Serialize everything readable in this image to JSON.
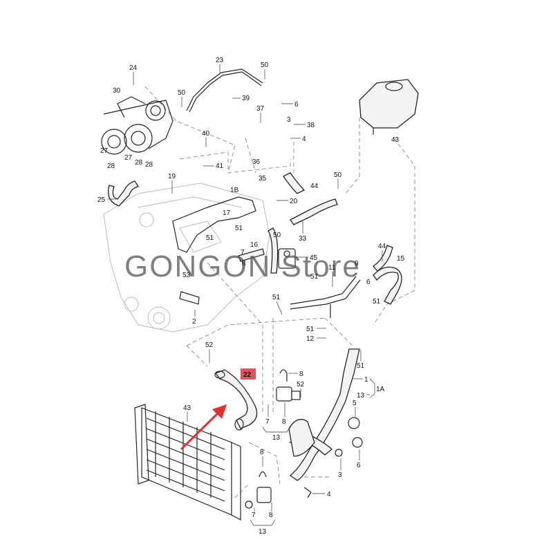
{
  "watermark": "GONGON  Store",
  "highlight": {
    "label": "22",
    "color": "#e8505b"
  },
  "arrow_color": "#e03030",
  "labels": {
    "l1": "1",
    "l1a": "1A",
    "l1b": "1B",
    "l2": "2",
    "l3": "3",
    "l3b": "3",
    "l4": "4",
    "l4b": "4",
    "l5": "5",
    "l6": "6",
    "l6b": "6",
    "l7": "7",
    "l7b": "7",
    "l8": "8",
    "l8b": "8",
    "l8c": "8",
    "l8d": "8",
    "l9": "9",
    "l11": "11",
    "l12": "12",
    "l13": "13",
    "l13b": "13",
    "l13c": "13",
    "l15": "15",
    "l16": "16",
    "l17": "17",
    "l19": "19",
    "l20": "20",
    "l23": "23",
    "l24": "24",
    "l25": "25",
    "l27": "27",
    "l27b": "27",
    "l28": "28",
    "l28b": "28",
    "l28c": "28",
    "l30": "30",
    "l33": "33",
    "l35": "35",
    "l36": "36",
    "l37": "37",
    "l38": "38",
    "l39": "39",
    "l40": "40",
    "l41": "41",
    "l43": "43",
    "l43b": "43",
    "l44": "44",
    "l44b": "44",
    "l45": "45",
    "l50": "50",
    "l50b": "50",
    "l50c": "50",
    "l51": "51",
    "l51b": "51",
    "l51c": "51",
    "l51d": "51",
    "l51e": "51",
    "l51f": "51",
    "l51g": "51",
    "l52": "52",
    "l52b": "52",
    "l53": "53"
  }
}
